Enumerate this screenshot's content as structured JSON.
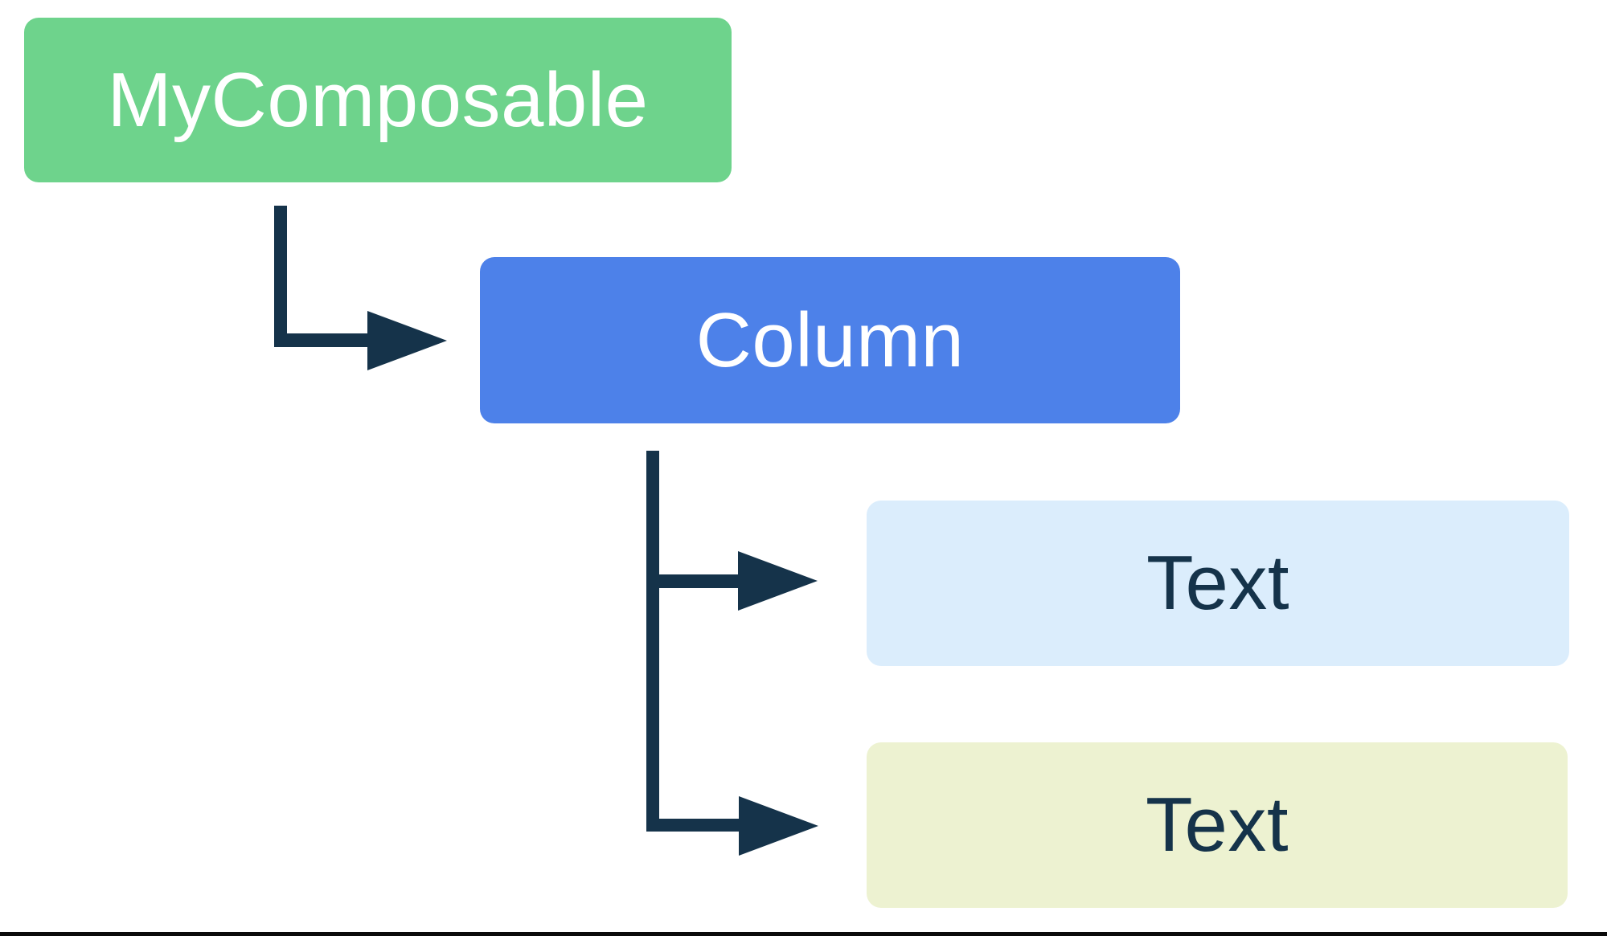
{
  "nodes": {
    "root": {
      "label": "MyComposable"
    },
    "child": {
      "label": "Column"
    },
    "leaf1": {
      "label": "Text"
    },
    "leaf2": {
      "label": "Text"
    }
  },
  "colors": {
    "canvas_bg": "#ffffff",
    "root_bg": "#6ED38C",
    "root_text": "#ffffff",
    "child_bg": "#4D81E9",
    "child_text": "#ffffff",
    "leaf1_bg": "#DBEDFC",
    "leaf2_bg": "#EDF2D1",
    "leaf_text": "#15334A",
    "arrow": "#15334A",
    "bottom_border": "#0a0a0a"
  }
}
